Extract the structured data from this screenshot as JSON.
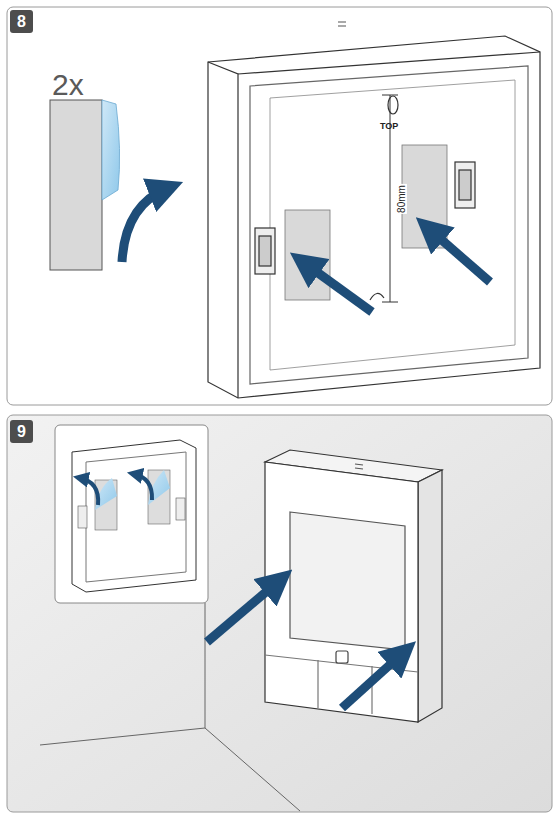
{
  "diagram": {
    "labels": [
      "8",
      "2x",
      "TOP",
      "80mm",
      "9"
    ]
  }
}
